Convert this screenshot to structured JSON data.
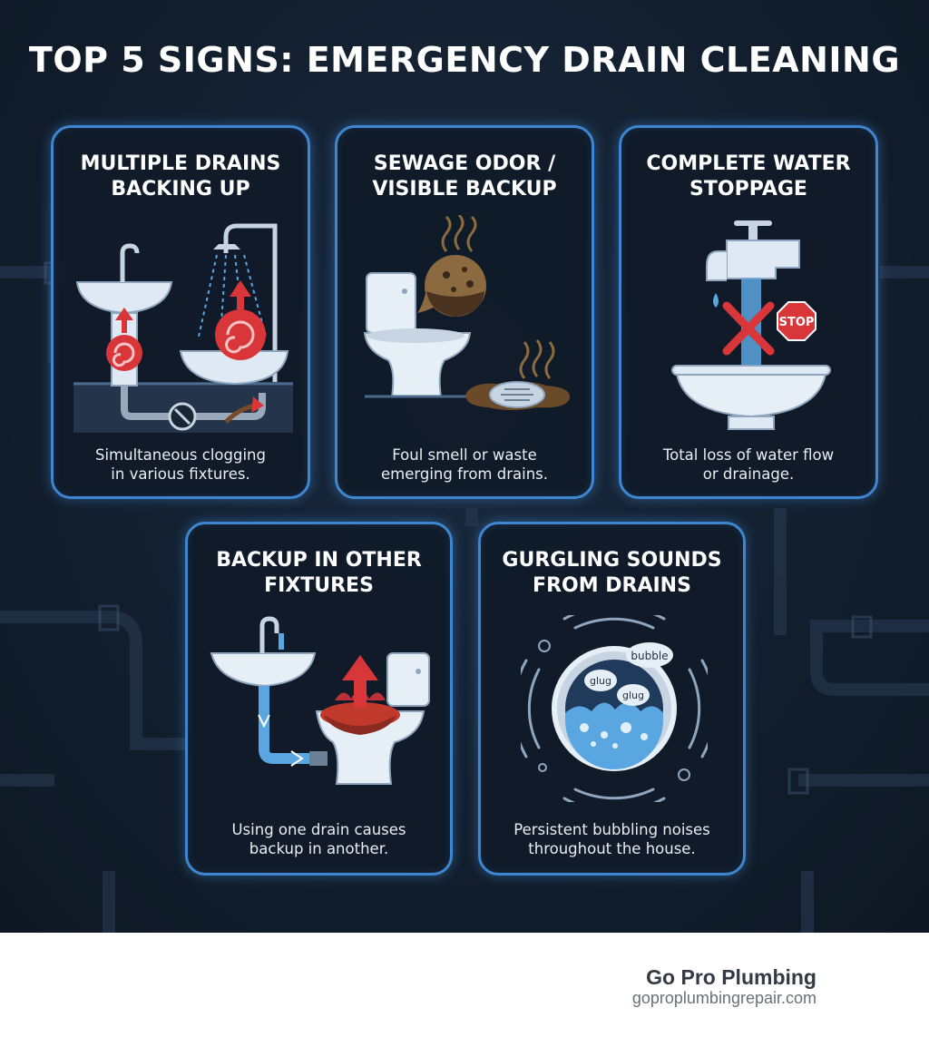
{
  "title": "TOP 5 SIGNS: EMERGENCY DRAIN CLEANING",
  "cards": [
    {
      "title": "MULTIPLE DRAINS\nBACKING UP",
      "description": "Simultaneous clogging\nin various fixtures.",
      "icon": "sink-shower-backflow-icon"
    },
    {
      "title": "SEWAGE ODOR /\nVISIBLE BACKUP",
      "description": "Foul smell or waste\nemerging from drains.",
      "icon": "toilet-sewage-icon"
    },
    {
      "title": "COMPLETE WATER\nSTOPPAGE",
      "description": "Total loss of water flow\nor drainage.",
      "icon": "faucet-stop-icon",
      "sign_text": "STOP"
    },
    {
      "title": "BACKUP IN OTHER\nFIXTURES",
      "description": "Using one drain causes\nbackup in another.",
      "icon": "sink-toilet-backup-icon"
    },
    {
      "title": "GURGLING SOUNDS\nFROM DRAINS",
      "description": "Persistent bubbling noises\nthroughout the house.",
      "icon": "gurgling-drain-icon",
      "bubbles": [
        "bubble",
        "glug",
        "glug"
      ]
    }
  ],
  "footer": {
    "brand": "Go Pro Plumbing",
    "url": "goproplumbingrepair.com"
  },
  "colors": {
    "background": "#121e2d",
    "card_border": "#3e86cf",
    "accent_red": "#d9363a",
    "water_blue": "#5aa6e0",
    "sewage_brown": "#6b4a2a"
  }
}
